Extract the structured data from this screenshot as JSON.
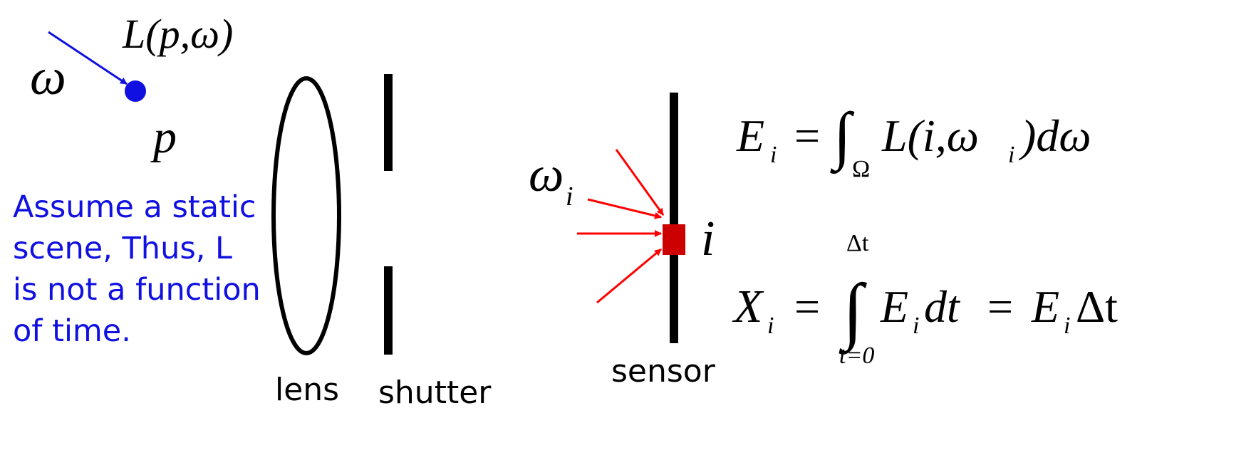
{
  "scene": {
    "omega": "ω",
    "radiance": "L(p,ω)",
    "point": "p",
    "note": "Assume a static scene, Thus, L is not a function of time."
  },
  "components": {
    "lens": "lens",
    "shutter": "shutter",
    "sensor": "sensor"
  },
  "sensor_pixel": {
    "incoming_direction": "ω",
    "incoming_direction_subscript": "i",
    "pixel": "i"
  },
  "equations": {
    "irradiance": {
      "lhs": "E",
      "lhs_sub": "i",
      "equals": "=",
      "integral": "∫",
      "domain": "Ω",
      "integrand": "L(i,ω",
      "integrand_sub": "i",
      "integrand_end": ")dω"
    },
    "exposure": {
      "lhs": "X",
      "lhs_sub": "i",
      "equals": "=",
      "integral": "∫",
      "upper": "Δt",
      "lower": "t=0",
      "term1": "E",
      "term1_sub": "i",
      "term1_end": "dt",
      "equals2": "=",
      "term2": "E",
      "term2_sub": "i",
      "term2_end": "Δt"
    }
  },
  "colors": {
    "scene": "#1010e0",
    "sensor_rays": "#ff0000",
    "pixel": "#cc0000",
    "ink": "#000000"
  }
}
